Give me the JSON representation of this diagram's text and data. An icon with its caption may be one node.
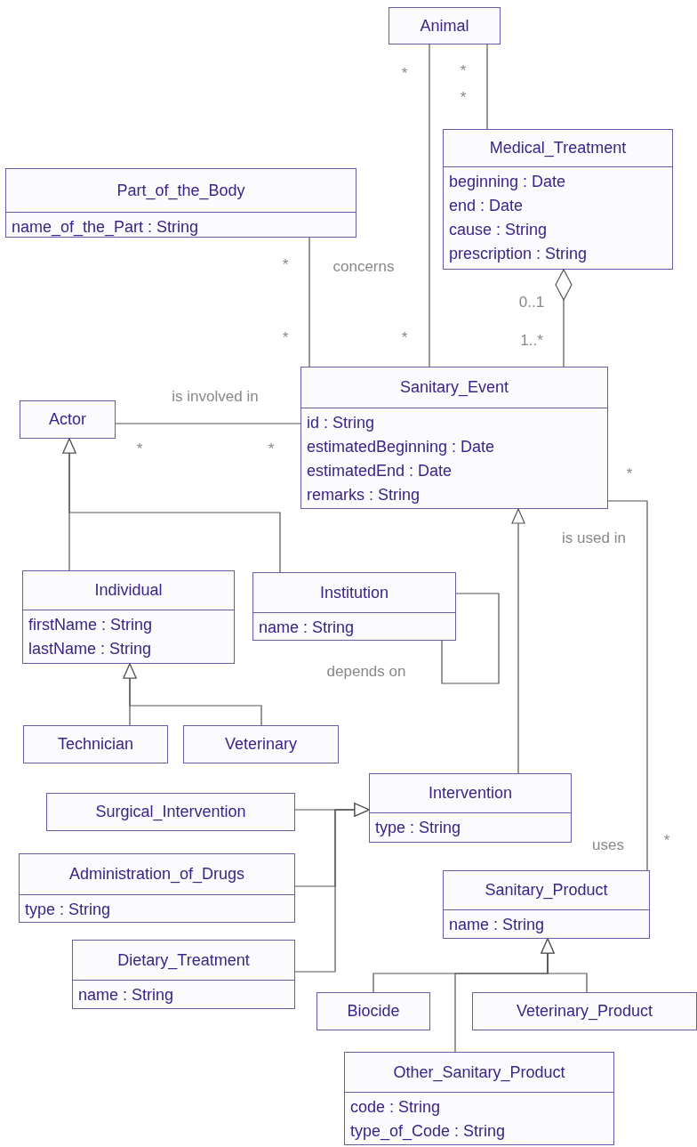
{
  "diagram": {
    "nodes": [
      {
        "text": [
          "Animal"
        ]
      },
      {
        "text": [
          "Medical_Treatment",
          "beginning : Date",
          "end : Date",
          "cause : String",
          "prescription : String"
        ]
      },
      {
        "text": [
          "Part_of_the_Body",
          "name_of_the_Part : String"
        ]
      },
      {
        "text": [
          "Actor"
        ]
      },
      {
        "text": [
          "Sanitary_Event",
          "id : String",
          "estimatedBeginning : Date",
          "estimatedEnd : Date",
          "remarks : String"
        ]
      },
      {
        "text": [
          "Individual",
          "firstName : String",
          "lastName : String"
        ]
      },
      {
        "text": [
          "Institution",
          "name : String"
        ]
      },
      {
        "text": [
          "Technician"
        ]
      },
      {
        "text": [
          "Veterinary"
        ]
      },
      {
        "text": [
          "Surgical_Intervention"
        ]
      },
      {
        "text": [
          "Intervention",
          "type : String"
        ]
      },
      {
        "text": [
          "Administration_of_Drugs",
          "type : String"
        ]
      },
      {
        "text": [
          "Sanitary_Product",
          "name : String"
        ]
      },
      {
        "text": [
          "Dietary_Treatment",
          "name : String"
        ]
      },
      {
        "text": [
          "Biocide"
        ]
      },
      {
        "text": [
          "Veterinary_Product"
        ]
      },
      {
        "text": [
          "Other_Sanitary_Product",
          "code : String",
          "type_of_Code : String"
        ]
      }
    ],
    "edges": [
      {
        "from": 0,
        "to": 1,
        "arrow": "none"
      },
      {
        "from": 0,
        "to": 4,
        "arrow": "none"
      },
      {
        "from": 2,
        "to": 4,
        "arrow": "none",
        "label": "concerns"
      },
      {
        "from": 4,
        "to": 1,
        "arrow": "other"
      },
      {
        "from": 3,
        "to": 4,
        "arrow": "none",
        "label": "is involved in"
      },
      {
        "from": 5,
        "to": 3,
        "arrow": "to"
      },
      {
        "from": 6,
        "to": 3,
        "arrow": "to"
      },
      {
        "from": 6,
        "to": 6,
        "arrow": "none",
        "label": "depends on"
      },
      {
        "from": 10,
        "to": 4,
        "arrow": "to"
      },
      {
        "from": 4,
        "to": 12,
        "arrow": "none",
        "label": "is used in"
      },
      {
        "from": 7,
        "to": 5,
        "arrow": "to"
      },
      {
        "from": 8,
        "to": 5,
        "arrow": "to"
      },
      {
        "from": 9,
        "to": 10,
        "arrow": "to"
      },
      {
        "from": 11,
        "to": 10,
        "arrow": "to"
      },
      {
        "from": 13,
        "to": 10,
        "arrow": "to"
      },
      {
        "from": 14,
        "to": 12,
        "arrow": "to"
      },
      {
        "from": 15,
        "to": 12,
        "arrow": "to"
      },
      {
        "from": 16,
        "to": 12,
        "arrow": "to"
      }
    ],
    "labels": [
      "*",
      "*",
      "*",
      "*",
      "*",
      "*",
      "0..1",
      "1..*",
      "*",
      "*",
      "*",
      "uses",
      "*"
    ]
  }
}
